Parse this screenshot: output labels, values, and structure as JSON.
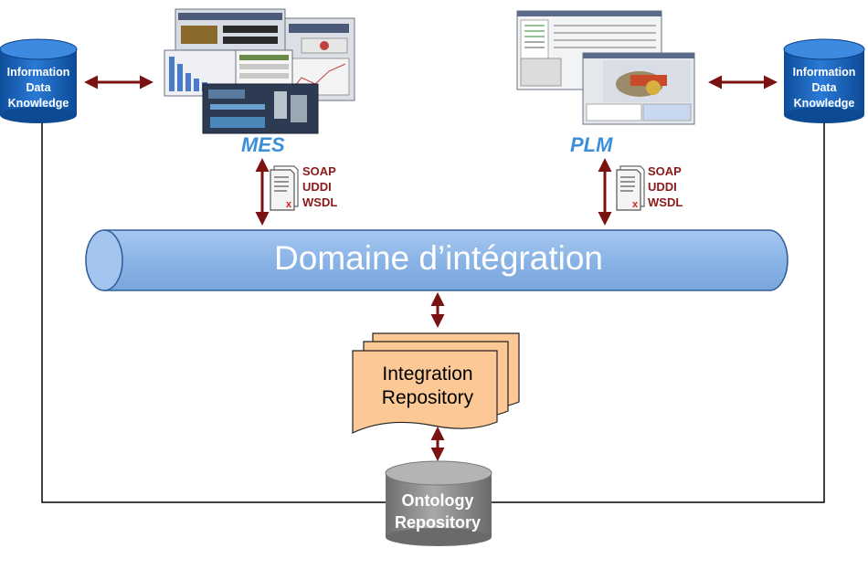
{
  "left_database": {
    "lines": [
      "Information",
      "Data",
      "Knowledge"
    ]
  },
  "right_database": {
    "lines": [
      "Information",
      "Data",
      "Knowledge"
    ]
  },
  "mes": {
    "label": "MES",
    "protocols": [
      "SOAP",
      "UDDI",
      "WSDL"
    ]
  },
  "plm": {
    "label": "PLM",
    "protocols": [
      "SOAP",
      "UDDI",
      "WSDL"
    ]
  },
  "integration_bus": {
    "label": "Domaine d’intégration"
  },
  "integration_repository": {
    "lines": [
      "Integration",
      "Repository"
    ]
  },
  "ontology_repository": {
    "lines": [
      "Ontology",
      "Repository"
    ]
  },
  "colors": {
    "arrow": "#7a1212",
    "bus_fill": "#8ab4e6",
    "bus_stroke": "#2e5d9e",
    "cylinder_blue": "#1560b8",
    "repo_fill": "#fbc896",
    "ontology_gray": "#8c8c8c",
    "system_label": "#3a8fd8"
  }
}
